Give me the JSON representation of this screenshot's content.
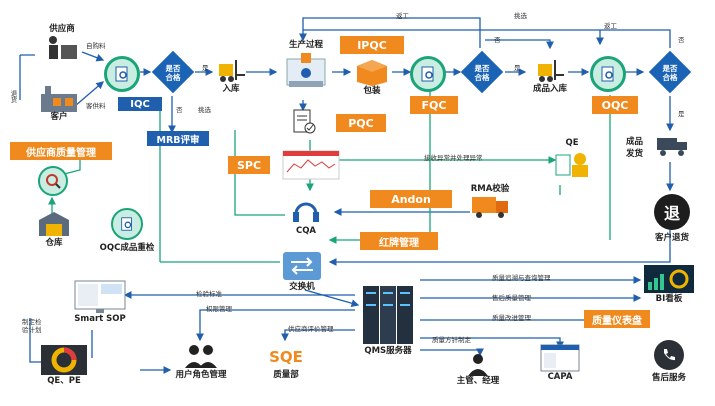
{
  "nodes": {
    "supplier": "供应商",
    "customer": "客户",
    "warehouse": "仓库",
    "oqc_recheck": "OQC成品重检",
    "inbound": "入库",
    "production": "生产过程",
    "packaging": "包装",
    "finished_inbound": "成品入库",
    "finished_shipping": "成品\n发货",
    "customer_return": "客户退货",
    "qe": "QE",
    "rma": "RMA校验",
    "cqa": "CQA",
    "switch": "交换机",
    "qms_server": "QMS服务器",
    "smart_sop": "Smart SOP",
    "qe_pe": "QE、PE",
    "user_role": "用户角色管理",
    "quality_dept": "质量部",
    "managers": "主管、经理",
    "capa": "CAPA",
    "bi_board": "BI看板",
    "after_sales": "售后服务"
  },
  "decisions": {
    "qualified": "是否\n合格"
  },
  "tags": {
    "iqc": "IQC",
    "ipqc": "IPQC",
    "pqc": "PQC",
    "fqc": "FQC",
    "oqc": "OQC",
    "mrb": "MRB评审",
    "supplier_qm": "供应商质量管理",
    "spc": "SPC",
    "andon": "Andon",
    "red_card": "红牌管理",
    "quality_dashboard": "质量仪表盘",
    "sqe_icon": "SQE"
  },
  "edge_labels": {
    "self_purchase": "自购料",
    "customer_supplied": "客供料",
    "return_goods": "退货",
    "yes": "是",
    "no": "否",
    "pick": "挑选",
    "rework": "返工",
    "receive_abnormal": "接收异常并处理异常",
    "inspection_std": "检验标准",
    "permission": "权限管理",
    "supplier_eval": "供应商评价管理",
    "quality_trace": "质量追溯与查询管理",
    "after_sales_qm": "售后质量管理",
    "quality_improve": "质量改进管理",
    "quality_policy": "质量方针制定",
    "plan_inspection": "制定检\n验计划"
  },
  "colors": {
    "arrow_blue": "#1f5fae",
    "line_green": "#1aa47a",
    "orange": "#f08a1e",
    "navy": "#1f5fae",
    "lime": "#c6e36b"
  }
}
